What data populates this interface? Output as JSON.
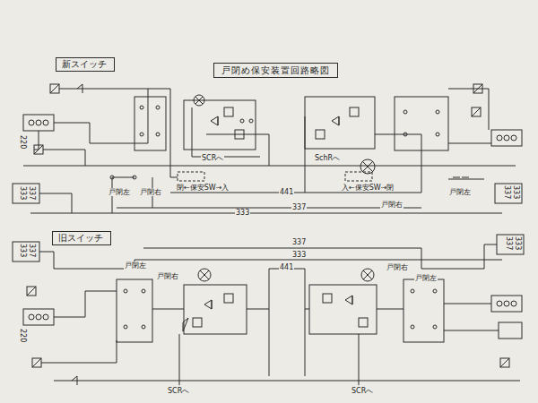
{
  "diagram": {
    "title": "戸閉め保安装置回路略図",
    "nodes": [
      {
        "text": [
          "新スイッチ"
        ]
      },
      {
        "text": [
          "旧スイッチ"
        ]
      }
    ],
    "labels": [
      "SCRへ",
      "SchRへ",
      "閉←保安SW→入",
      "入←保安SW→閉",
      "441",
      "337",
      "333",
      "戸閉左",
      "戸閉右",
      "戸閉右",
      "戸閉左",
      "220",
      "333",
      "337",
      "337",
      "333",
      "337",
      "333",
      "441",
      "戸閉左",
      "戸閉右",
      "戸閉右",
      "戸閉左",
      "SCRへ",
      "SCRへ",
      "220",
      "333",
      "337",
      "337",
      "333"
    ]
  }
}
